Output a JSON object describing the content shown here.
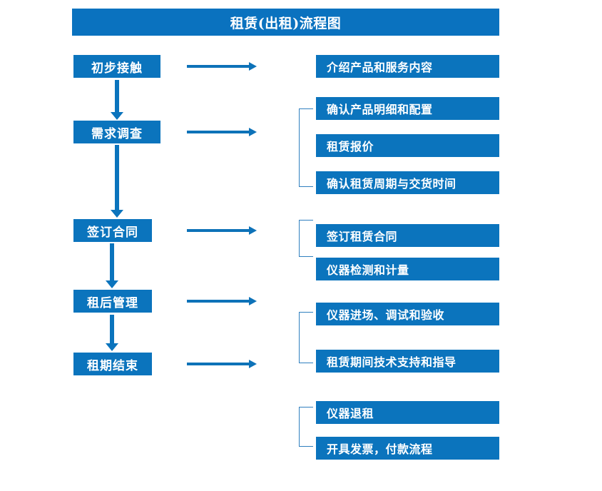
{
  "title": "租赁(出租)流程图",
  "theme": {
    "box_blue": "#0b74bd",
    "title_blue": "#0a72bf",
    "arrow_blue": "#0d72b8",
    "bracket_blue": "#2f7fbf",
    "text_white": "#ffffff",
    "background": "#ffffff"
  },
  "stages": [
    {
      "label": "初步接触"
    },
    {
      "label": "需求调查"
    },
    {
      "label": "签订合同"
    },
    {
      "label": "租后管理"
    },
    {
      "label": "租期结束"
    }
  ],
  "details": [
    {
      "label": "介绍产品和服务内容"
    },
    {
      "label": "确认产品明细和配置"
    },
    {
      "label": "租赁报价"
    },
    {
      "label": "确认租赁周期与交货时间"
    },
    {
      "label": "签订租赁合同"
    },
    {
      "label": "仪器检测和计量"
    },
    {
      "label": "仪器进场、调试和验收"
    },
    {
      "label": "租赁期间技术支持和指导"
    },
    {
      "label": "仪器退租"
    },
    {
      "label": "开具发票，付款流程"
    }
  ],
  "flow": {
    "vertical_arrow_name": "down-arrow",
    "horizontal_arrow_name": "right-arrow",
    "bracket_name": "group-bracket"
  }
}
